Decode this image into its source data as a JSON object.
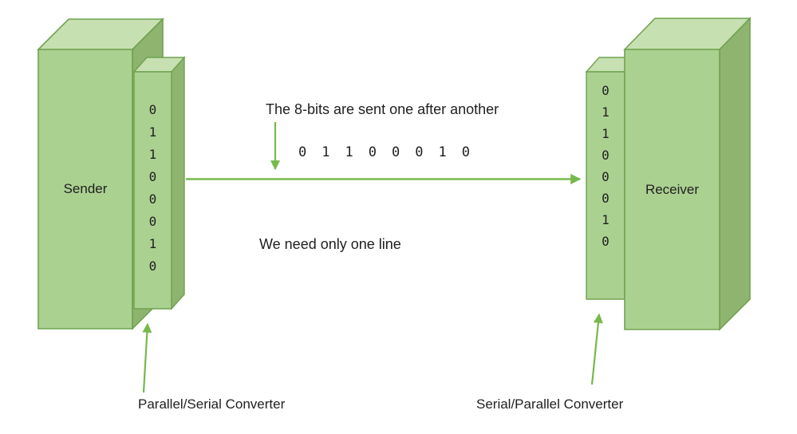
{
  "colors": {
    "face_front": "#abd191",
    "face_top": "#c7e0b2",
    "face_side": "#8fb470",
    "outline": "#6fa24f",
    "arrow": "#77b94d"
  },
  "sender": {
    "label": "Sender",
    "converter": {
      "bits": [
        "0",
        "1",
        "1",
        "0",
        "0",
        "0",
        "1",
        "0"
      ],
      "label": "Parallel/Serial Converter"
    }
  },
  "receiver": {
    "label": "Receiver",
    "converter": {
      "bits": [
        "0",
        "1",
        "1",
        "0",
        "0",
        "0",
        "1",
        "0"
      ],
      "label": "Serial/Parallel Converter"
    }
  },
  "annotations": {
    "serial_note": "The 8-bits are sent one after another",
    "serial_bits": [
      "0",
      "1",
      "1",
      "0",
      "0",
      "0",
      "1",
      "0"
    ],
    "line_note": "We need only one line"
  }
}
